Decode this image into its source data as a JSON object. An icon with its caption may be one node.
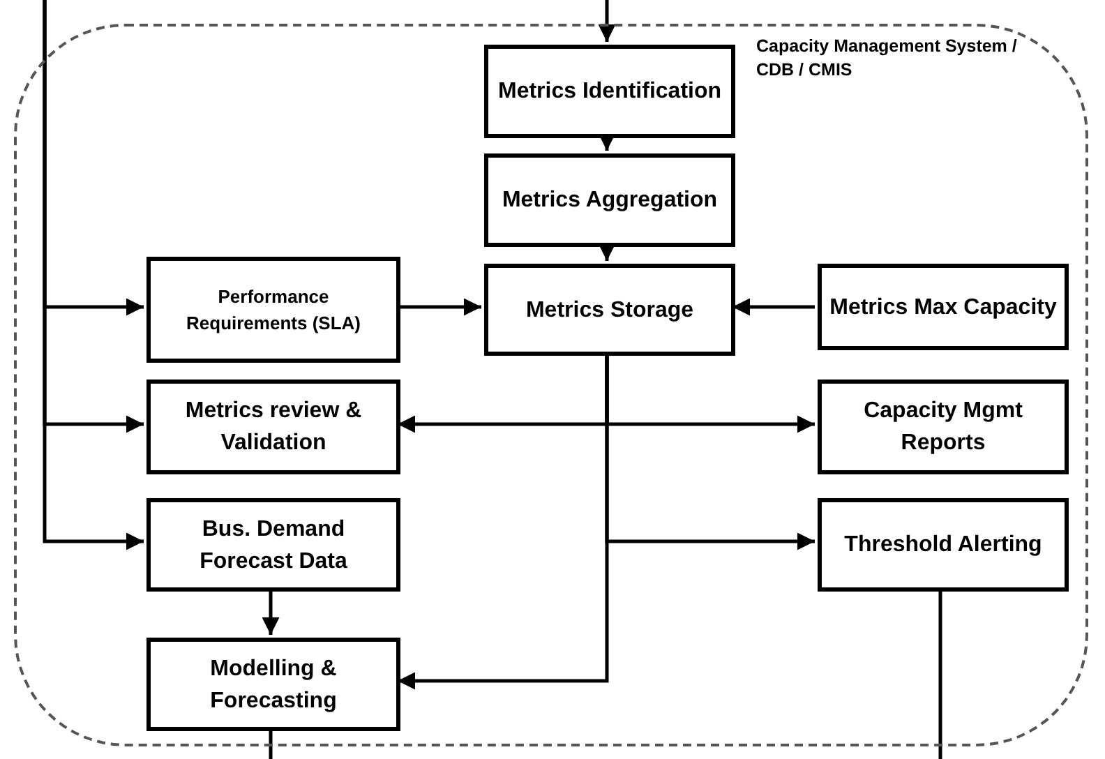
{
  "diagram": {
    "nodes": [
      {
        "text": [
          "Capacity Management System / CDB / CMIS"
        ]
      },
      {
        "text": [
          "Metrics Identification"
        ],
        "in": 0
      },
      {
        "text": [
          "Metrics Aggregation"
        ],
        "in": 0
      },
      {
        "text": [
          "Metrics Storage"
        ],
        "in": 0
      },
      {
        "text": [
          "Performance Requirements (SLA)"
        ],
        "in": 0
      },
      {
        "text": [
          "Metrics Max Capacity"
        ],
        "in": 0
      },
      {
        "text": [
          "Metrics review & Validation"
        ],
        "in": 0
      },
      {
        "text": [
          "Capacity Mgmt Reports"
        ],
        "in": 0
      },
      {
        "text": [
          "Bus. Demand Forecast Data"
        ],
        "in": 0
      },
      {
        "text": [
          "Threshold Alerting"
        ],
        "in": 0
      },
      {
        "text": [
          "Modelling & Forecasting"
        ],
        "in": 0
      }
    ],
    "edges": [
      {
        "from": null,
        "to": 1,
        "arrow": "to"
      },
      {
        "from": 1,
        "to": 2,
        "arrow": "to"
      },
      {
        "from": 2,
        "to": 3,
        "arrow": "to"
      },
      {
        "from": null,
        "to": 4,
        "arrow": "to"
      },
      {
        "from": null,
        "to": 6,
        "arrow": "to"
      },
      {
        "from": null,
        "to": 8,
        "arrow": "to"
      },
      {
        "from": 4,
        "to": 3,
        "arrow": "to"
      },
      {
        "from": 5,
        "to": 3,
        "arrow": "to"
      },
      {
        "from": 3,
        "to": 6,
        "arrow": "to"
      },
      {
        "from": 3,
        "to": 7,
        "arrow": "to"
      },
      {
        "from": 3,
        "to": 9,
        "arrow": "to"
      },
      {
        "from": 3,
        "to": 10,
        "arrow": "to"
      },
      {
        "from": 8,
        "to": 10,
        "arrow": "to"
      },
      {
        "from": 10,
        "to": null,
        "arrow": "none"
      },
      {
        "from": 9,
        "to": null,
        "arrow": "none"
      }
    ]
  }
}
